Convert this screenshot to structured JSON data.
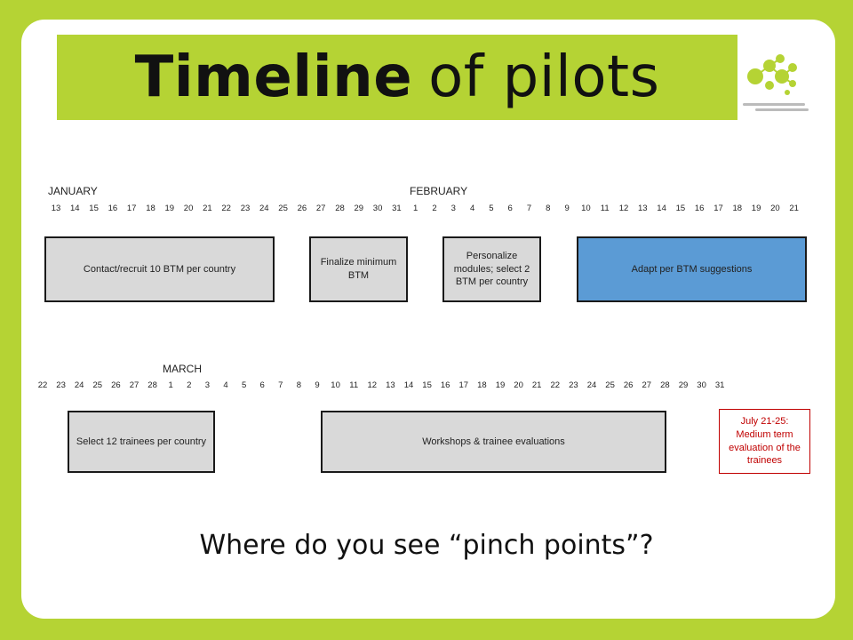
{
  "title": {
    "bold": "Timeline",
    "rest": "of pilots"
  },
  "row1": {
    "month_labels": [
      "JANUARY",
      "FEBRUARY"
    ],
    "days": [
      "13",
      "14",
      "15",
      "16",
      "17",
      "18",
      "19",
      "20",
      "21",
      "22",
      "23",
      "24",
      "25",
      "26",
      "27",
      "28",
      "29",
      "30",
      "31",
      "1",
      "2",
      "3",
      "4",
      "5",
      "6",
      "7",
      "8",
      "9",
      "10",
      "11",
      "12",
      "13",
      "14",
      "15",
      "16",
      "17",
      "18",
      "19",
      "20",
      "21"
    ],
    "tasks": [
      {
        "label": "Contact/recruit 10 BTM per country",
        "style": "gray"
      },
      {
        "label": "Finalize minimum BTM",
        "style": "gray"
      },
      {
        "label": "Personalize modules; select 2 BTM per country",
        "style": "gray"
      },
      {
        "label": "Adapt per BTM suggestions",
        "style": "blue"
      }
    ]
  },
  "row2": {
    "month_labels": [
      "MARCH"
    ],
    "days": [
      "22",
      "23",
      "24",
      "25",
      "26",
      "27",
      "28",
      "1",
      "2",
      "3",
      "4",
      "5",
      "6",
      "7",
      "8",
      "9",
      "10",
      "11",
      "12",
      "13",
      "14",
      "15",
      "16",
      "17",
      "18",
      "19",
      "20",
      "21",
      "22",
      "23",
      "24",
      "25",
      "26",
      "27",
      "28",
      "29",
      "30",
      "31"
    ],
    "tasks": [
      {
        "label": "Select 12 trainees per country",
        "style": "gray"
      },
      {
        "label": "Workshops & trainee evaluations",
        "style": "gray"
      },
      {
        "label": "July 21-25: Medium term evaluation of the trainees",
        "style": "red"
      }
    ]
  },
  "question": "Where do you see “pinch points”?",
  "colors": {
    "green": "#b5d334",
    "blue_task": "#5b9bd5",
    "gray_task": "#d9d9d9",
    "red_text": "#c00000"
  }
}
